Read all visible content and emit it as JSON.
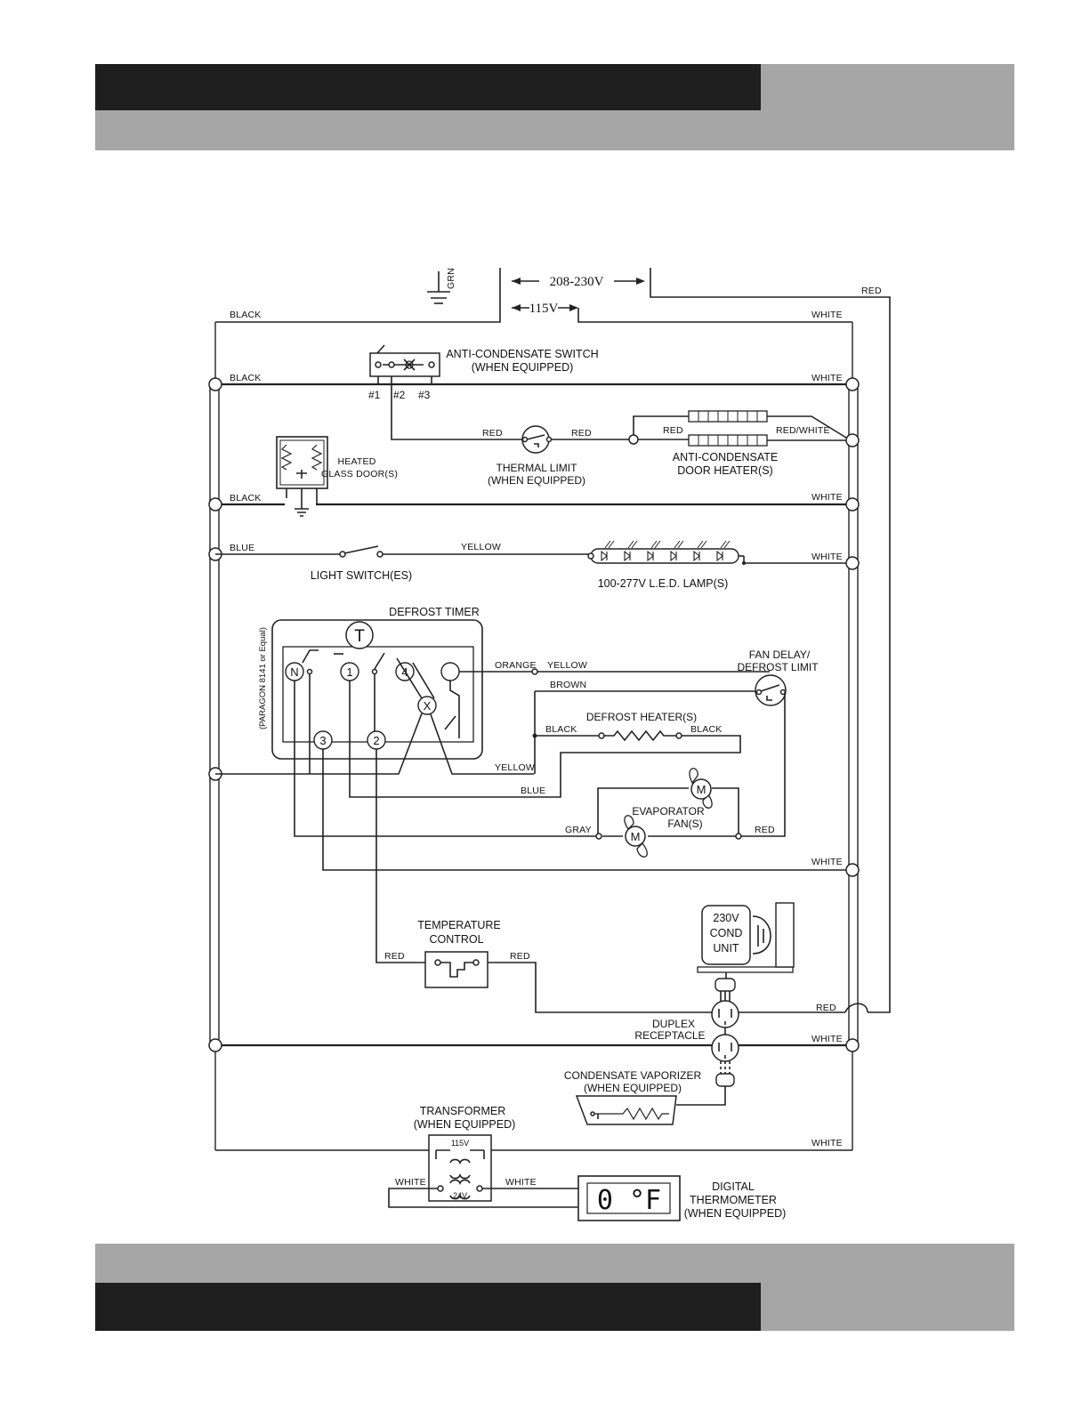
{
  "voltage": {
    "high": "208-230V",
    "low": "115V",
    "ground": "GRN"
  },
  "wires": {
    "black": "BLACK",
    "white": "WHITE",
    "red": "RED",
    "blue": "BLUE",
    "yellow": "YELLOW",
    "orange": "ORANGE",
    "brown": "BROWN",
    "gray": "GRAY",
    "red_white": "RED/WHITE"
  },
  "components": {
    "anti_condensate_switch": {
      "title": "ANTI-CONDENSATE SWITCH",
      "note": "(WHEN EQUIPPED)",
      "terminals": [
        "#1",
        "#2",
        "#3"
      ]
    },
    "thermal_limit": {
      "title": "THERMAL LIMIT",
      "note": "(WHEN EQUIPPED)"
    },
    "door_heater": {
      "line1": "ANTI-CONDENSATE",
      "line2": "DOOR HEATER(S)"
    },
    "heated_glass": {
      "line1": "HEATED",
      "line2": "GLASS DOOR(S)"
    },
    "light_switch": "LIGHT SWITCH(ES)",
    "led_lamp": "100-277V L.E.D. LAMP(S)",
    "defrost_timer": {
      "title": "DEFROST TIMER",
      "model": "(PARAGON 8141 or Equal)",
      "terminals": [
        "T",
        "N",
        "1",
        "4",
        "X",
        "3",
        "2"
      ]
    },
    "fan_delay": {
      "line1": "FAN DELAY/",
      "line2": "DEFROST LIMIT"
    },
    "defrost_heater": "DEFROST HEATER(S)",
    "evaporator": {
      "line1": "EVAPORATOR",
      "line2": "FAN(S)",
      "motor": "M"
    },
    "temp_control": {
      "line1": "TEMPERATURE",
      "line2": "CONTROL"
    },
    "cond_unit": {
      "line1": "230V",
      "line2": "COND",
      "line3": "UNIT"
    },
    "duplex": {
      "line1": "DUPLEX",
      "line2": "RECEPTACLE"
    },
    "vaporizer": {
      "line1": "CONDENSATE VAPORIZER",
      "line2": "(WHEN EQUIPPED)"
    },
    "transformer": {
      "line1": "TRANSFORMER",
      "line2": "(WHEN EQUIPPED)",
      "primary": "115V",
      "secondary": "24V"
    },
    "thermometer": {
      "display": "0 °F",
      "line1": "DIGITAL",
      "line2": "THERMOMETER",
      "line3": "(WHEN EQUIPPED)"
    }
  },
  "colors": {
    "band_dark": "#1e1e1e",
    "band_gray": "#a6a6a6",
    "line": "#222222"
  }
}
